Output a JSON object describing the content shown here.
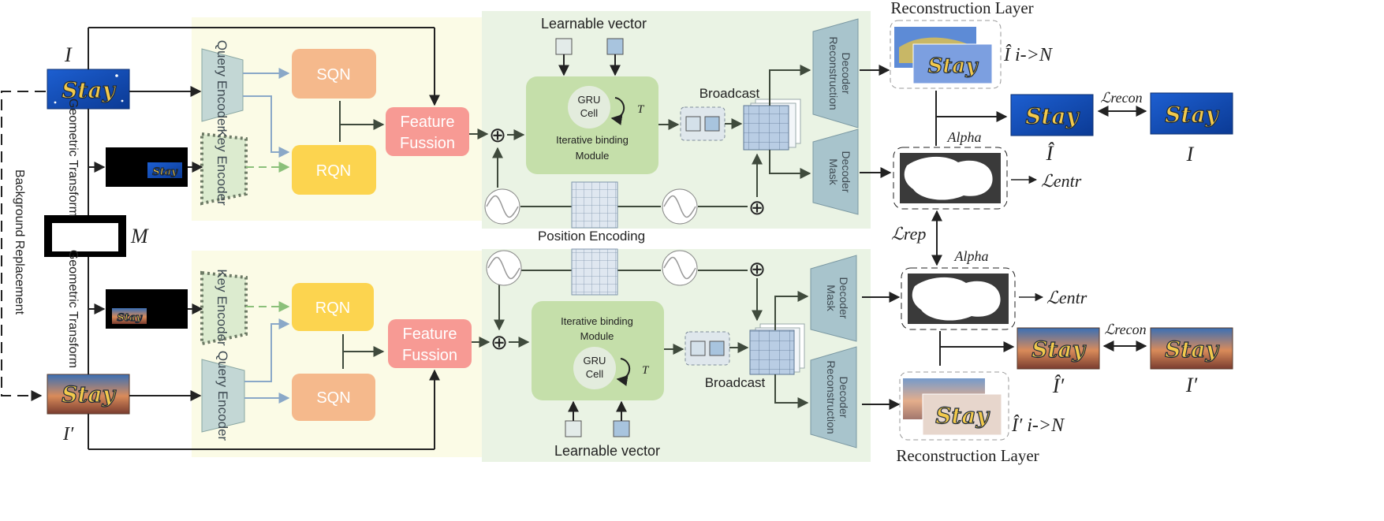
{
  "images": {
    "input_top": "I",
    "input_bottom": "I′",
    "mask": "M",
    "stay_text": "Stay"
  },
  "side_labels": {
    "geometric_transform_top": "Geometric Transform",
    "geometric_transform_bottom": "Geometric Transform",
    "background_replacement": "Background Replacement"
  },
  "encoders": {
    "query_encoder": "Query Encoder",
    "key_encoder": "Key Encoder"
  },
  "modules": {
    "sqn": "SQN",
    "rqn": "RQN",
    "feature_fussion_line1": "Feature",
    "feature_fussion_line2": "Fussion",
    "learnable_vector": "Learnable vector",
    "gru_line1": "GRU",
    "gru_line2": "Cell",
    "gru_t": "T",
    "binding_line1": "Iterative binding",
    "binding_line2": "Module",
    "broadcast": "Broadcast",
    "position_encoding": "Position Encoding",
    "oplus": "⊕"
  },
  "decoders": {
    "reconstruction_line1": "Reconstruction",
    "reconstruction_line2": "Decoder",
    "mask_line1": "Mask",
    "mask_line2": "Decoder"
  },
  "outputs": {
    "reconstruction_layer": "Reconstruction Layer",
    "alpha": "Alpha",
    "i_hat_subscript_top": "Î i->N",
    "i_hat_subscript_bottom": "Î′ i->N",
    "i_hat": "Î",
    "i_hat_prime": "Î′",
    "i": "I",
    "i_prime": "I′"
  },
  "losses": {
    "recon": "ℒrecon",
    "entr": "ℒentr",
    "rep": "ℒrep"
  },
  "colors": {
    "yellow_panel": "#fbfbe6",
    "green_panel": "#eaf3e4",
    "sqn": "#f5b98c",
    "rqn": "#fcd44f",
    "feature_fussion": "#f79a94",
    "binding_module": "#c5dfaa",
    "encoder": "#c3d7d5",
    "decoder": "#a8c4cc",
    "grid": "#b9cde4"
  }
}
